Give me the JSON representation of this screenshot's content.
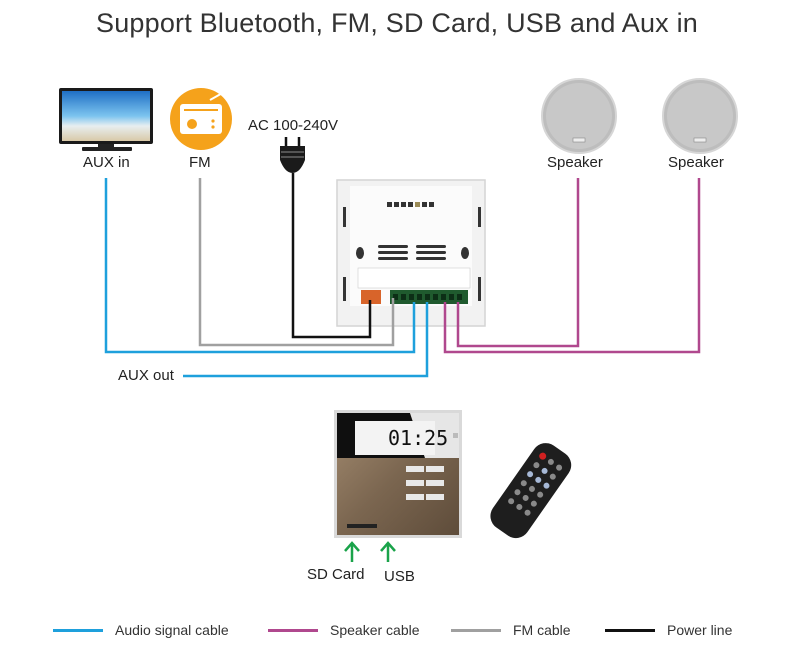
{
  "title": "Support Bluetooth, FM, SD Card, USB and Aux in",
  "devices": {
    "tv": {
      "label": "AUX in",
      "icon": "tv-icon"
    },
    "radio": {
      "label": "FM",
      "icon": "radio-icon"
    },
    "power": {
      "label": "AC 100-240V",
      "icon": "power-plug-icon"
    },
    "speaker_1": {
      "label": "Speaker",
      "icon": "ceiling-speaker-icon"
    },
    "speaker_2": {
      "label": "Speaker",
      "icon": "ceiling-speaker-icon"
    },
    "aux_out": {
      "label": "AUX out"
    },
    "panel_display": {
      "time": "01:25"
    },
    "sd_card": {
      "label": "SD Card"
    },
    "usb": {
      "label": "USB"
    }
  },
  "colors": {
    "audio": "#1ea0dc",
    "speaker": "#b0488e",
    "fm": "#a0a0a0",
    "power": "#111111",
    "arrow": "#1aa34a",
    "radio_orange": "#f5a21b"
  },
  "legend": [
    {
      "label": "Audio signal cable",
      "color": "#1ea0dc"
    },
    {
      "label": "Speaker cable",
      "color": "#b0488e"
    },
    {
      "label": "FM cable",
      "color": "#a0a0a0"
    },
    {
      "label": "Power line",
      "color": "#111111"
    }
  ]
}
